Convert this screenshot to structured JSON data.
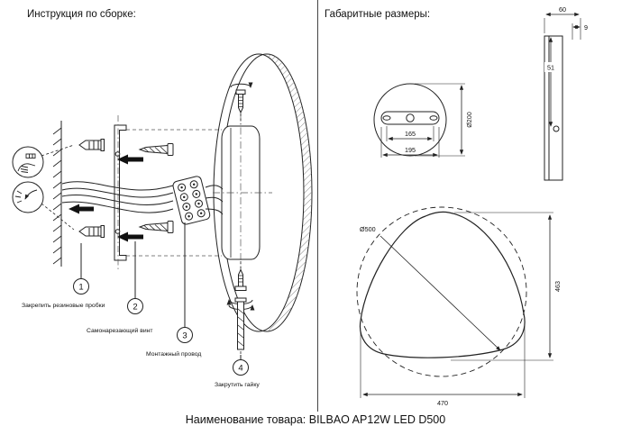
{
  "page": {
    "left_title": "Инструкция по сборке:",
    "right_title": "Габаритные размеры:",
    "product_caption": "Наименование товара: BILBAO AP12W LED D500"
  },
  "assembly": {
    "steps": [
      {
        "num": "1",
        "label": "Закрепить резиновые пробки"
      },
      {
        "num": "2",
        "label": "Самонарезающий винт"
      },
      {
        "num": "3",
        "label": "Монтажный провод"
      },
      {
        "num": "4",
        "label": "Закрутить гайку"
      }
    ]
  },
  "dimensions": {
    "bracket_hole_spacing": "165",
    "bracket_width": "195",
    "base_diameter": "Ø200",
    "depth": "60",
    "plate_thickness": "9",
    "hole_offset": "51",
    "lamp_diameter": "Ø500",
    "height": "463",
    "width": "470"
  }
}
